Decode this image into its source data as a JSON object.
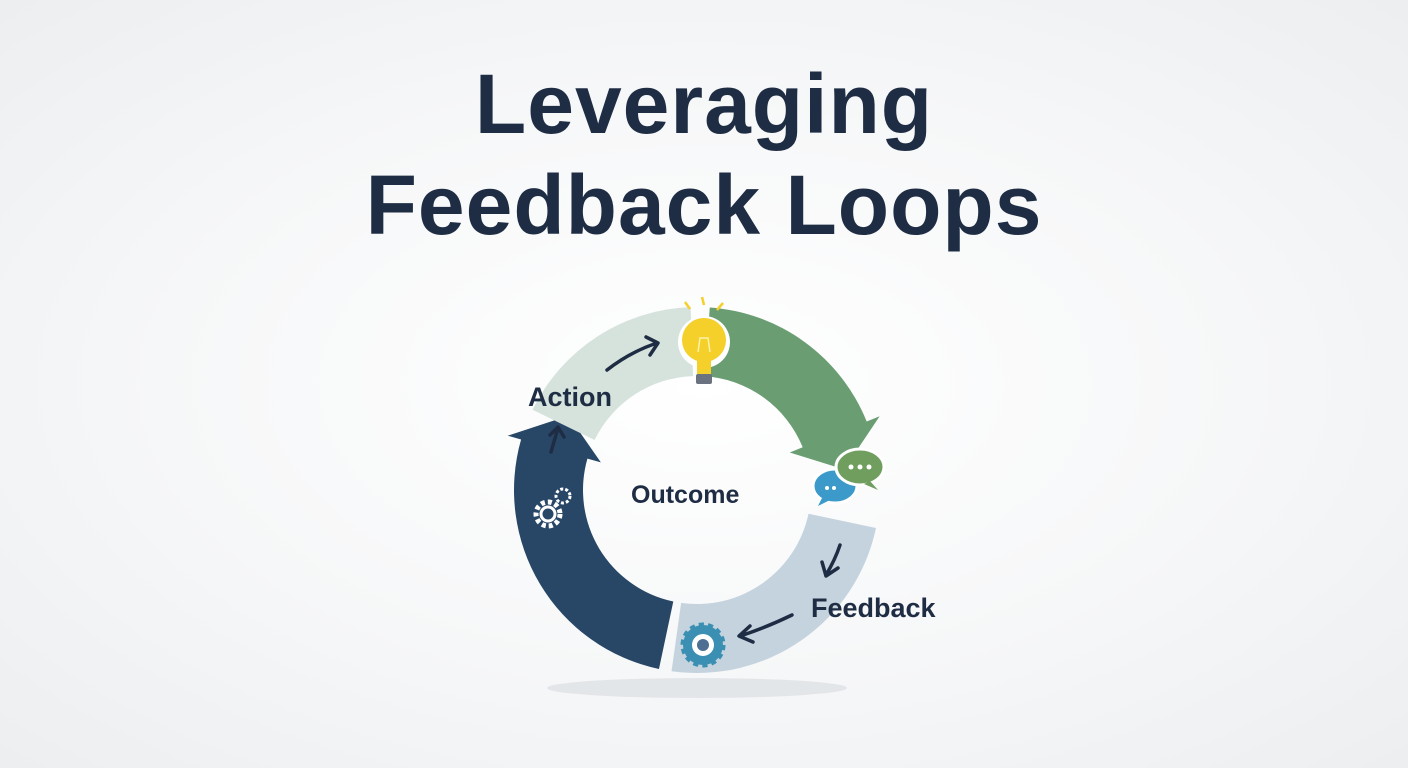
{
  "title": {
    "line1": "Leveraging",
    "line2": "Feedback Loops"
  },
  "diagram": {
    "center_label": "Outcome",
    "labels": {
      "action": "Action",
      "feedback": "Feedback"
    },
    "segments": [
      {
        "name": "idea",
        "color": "#6a9e72",
        "icon": "lightbulb-icon"
      },
      {
        "name": "feedback",
        "color": "#c5d3de",
        "icon": "chat-bubbles-icon"
      },
      {
        "name": "process",
        "color": "#284767",
        "icon": "gear-icon"
      },
      {
        "name": "action",
        "color": "#d6e3dc",
        "icon": "gears-icon"
      }
    ],
    "colors": {
      "text": "#1f2d44",
      "bulb": "#f5cf2a",
      "chat_blue": "#3b9ac9",
      "chat_green": "#6f9e5e",
      "gear_teal": "#3a8fb2"
    }
  }
}
